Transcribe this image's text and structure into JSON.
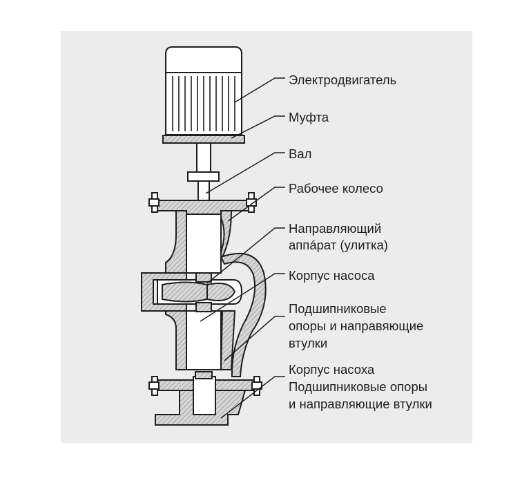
{
  "labels": {
    "motor": "Электродвигатель",
    "coupling": "Муфта",
    "shaft": "Вал",
    "impeller": "Рабочее колесо",
    "guide_line1": "Направляющий",
    "guide_line2": "аппáрат (улитка)",
    "casing": "Корпус насоса",
    "bearings_line1": "Подшипниковые",
    "bearings_line2": "опоры и направяющие",
    "bearings_line3": "втулки",
    "casing2": "Корпус насоха",
    "lower_line1": "Подшипниковые опоры",
    "lower_line2": "и направляющие втулки"
  },
  "colors": {
    "panel": "#ececec",
    "line": "#1e1e1e",
    "hatch": "#8a8a8a"
  }
}
